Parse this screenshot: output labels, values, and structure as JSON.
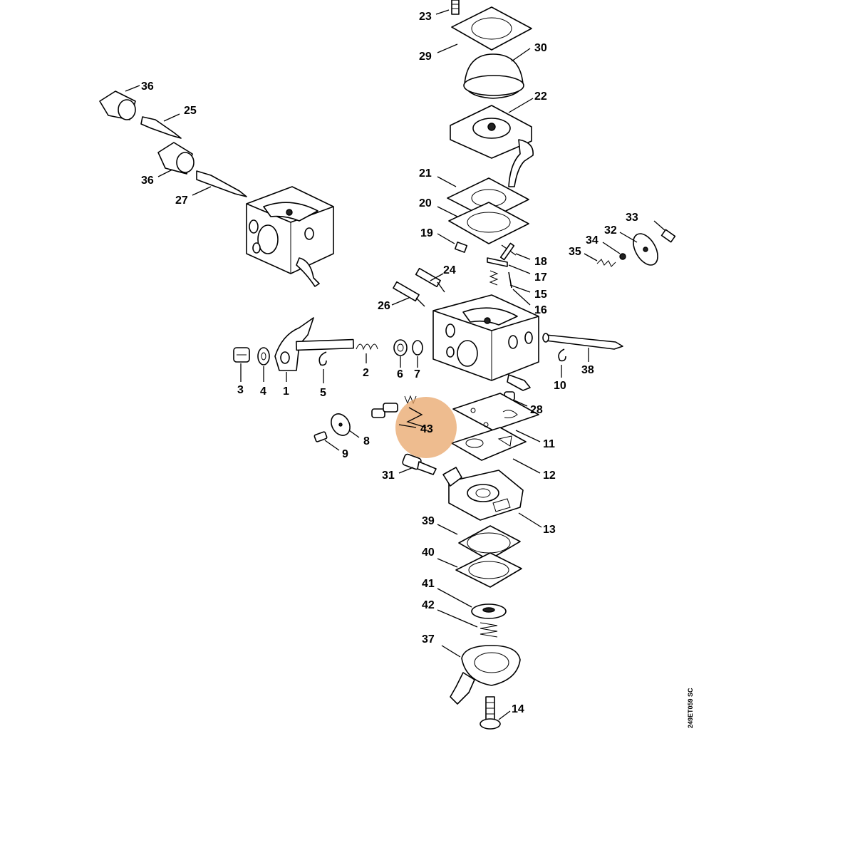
{
  "drawing_code": "249ET059 SC",
  "highlight": {
    "part": "43",
    "color": "#E8A56A"
  },
  "labels": {
    "p1": "1",
    "p2": "2",
    "p3": "3",
    "p4": "4",
    "p5": "5",
    "p6": "6",
    "p7": "7",
    "p8": "8",
    "p9": "9",
    "p10": "10",
    "p11": "11",
    "p12": "12",
    "p13": "13",
    "p14": "14",
    "p15": "15",
    "p16": "16",
    "p17": "17",
    "p18": "18",
    "p19": "19",
    "p20": "20",
    "p21": "21",
    "p22": "22",
    "p23": "23",
    "p24": "24",
    "p25": "25",
    "p26": "26",
    "p27": "27",
    "p28": "28",
    "p29": "29",
    "p30": "30",
    "p31": "31",
    "p32": "32",
    "p33": "33",
    "p34": "34",
    "p35": "35",
    "p36a": "36",
    "p36b": "36",
    "p37": "37",
    "p38": "38",
    "p39": "39",
    "p40": "40",
    "p41": "41",
    "p42": "42",
    "p43": "43"
  }
}
